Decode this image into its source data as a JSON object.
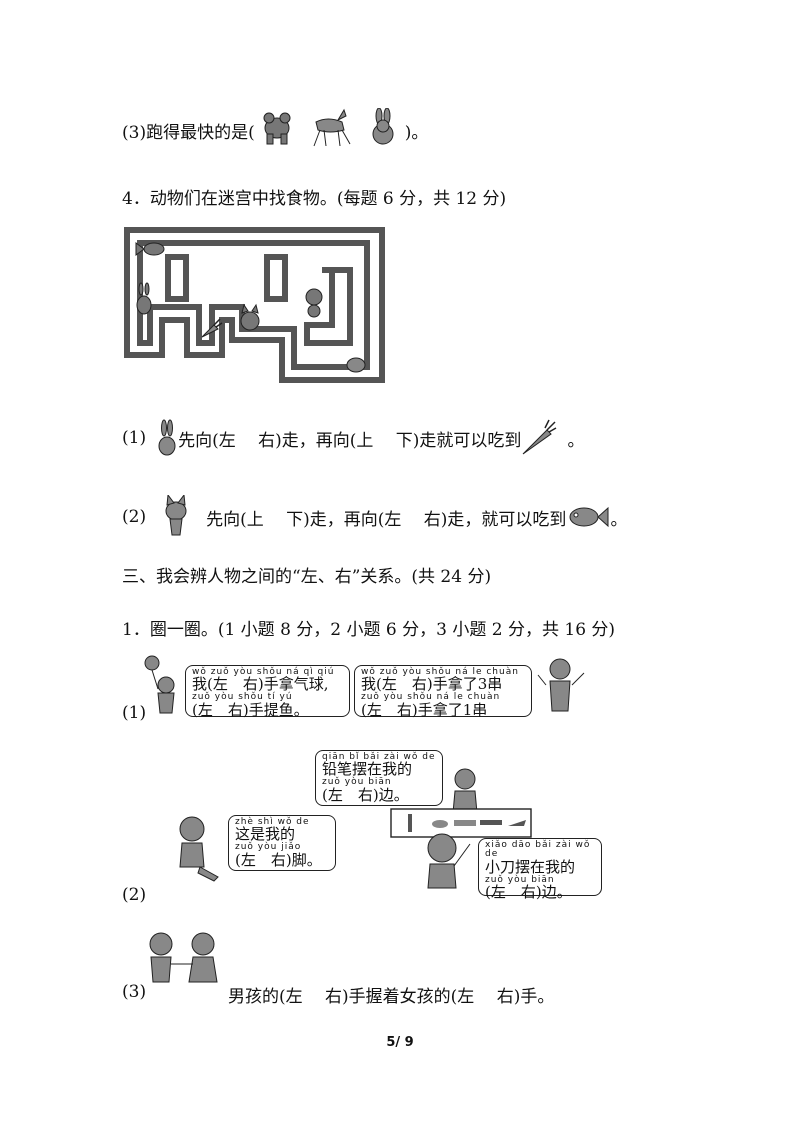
{
  "q3_3": {
    "prefix": "(3)跑得最快的是(",
    "suffix": ")。"
  },
  "q4": {
    "title": "4．动物们在迷宫中找食物。(每题 6 分，共 12 分)"
  },
  "q4_1": {
    "num": "(1)",
    "text": "先向(左　 右)走，再向(上　 下)走就可以吃到",
    "end": "。"
  },
  "q4_2": {
    "num": "(2)",
    "text": "先向(上　 下)走，再向(左　 右)走，就可以吃到",
    "end": "。"
  },
  "section3": {
    "title": "三、我会辨人物之间的“左、右”关系。(共 24 分)"
  },
  "q1": {
    "title": "1．圈一圈。(1 小题 8 分，2 小题 6 分，3 小题 2 分，共 16 分)"
  },
  "p1": {
    "num": "(1)",
    "b1_py1": "wǒ zuǒ   yòu shǒu ná qì qiú",
    "b1_l1": "我(左　右)手拿气球,",
    "b1_py2": "zuǒ   yòu shǒu tí yú",
    "b1_l2": "(左　右)手提鱼。",
    "b2_py1": "wǒ zuǒ   yòu shǒu ná le chuàn",
    "b2_l1": "我(左　右)手拿了3串",
    "b2_py2": "zuǒ   yòu shǒu ná le chuàn",
    "b2_l2": "(左　右)手拿了1串"
  },
  "p2": {
    "num": "(2)",
    "b1_py1": "qiān bǐ bǎi zài wǒ de",
    "b1_l1": "铅笔摆在我的",
    "b1_py2": "zuǒ   yòu biān",
    "b1_l2": "(左　右)边。",
    "b2_py1": "zhè shì wǒ de",
    "b2_l1": "这是我的",
    "b2_py2": "zuǒ   yòu jiǎo",
    "b2_l2": "(左　右)脚。",
    "b3_py1": "xiǎo dāo bǎi zài wǒ de",
    "b3_l1": "小刀摆在我的",
    "b3_py2": "zuǒ   yòu biān",
    "b3_l2": "(左　右)边。"
  },
  "p3": {
    "num": "(3)",
    "text": "男孩的(左　 右)手握着女孩的(左　 右)手。"
  },
  "footer": {
    "page": "5/ 9"
  }
}
